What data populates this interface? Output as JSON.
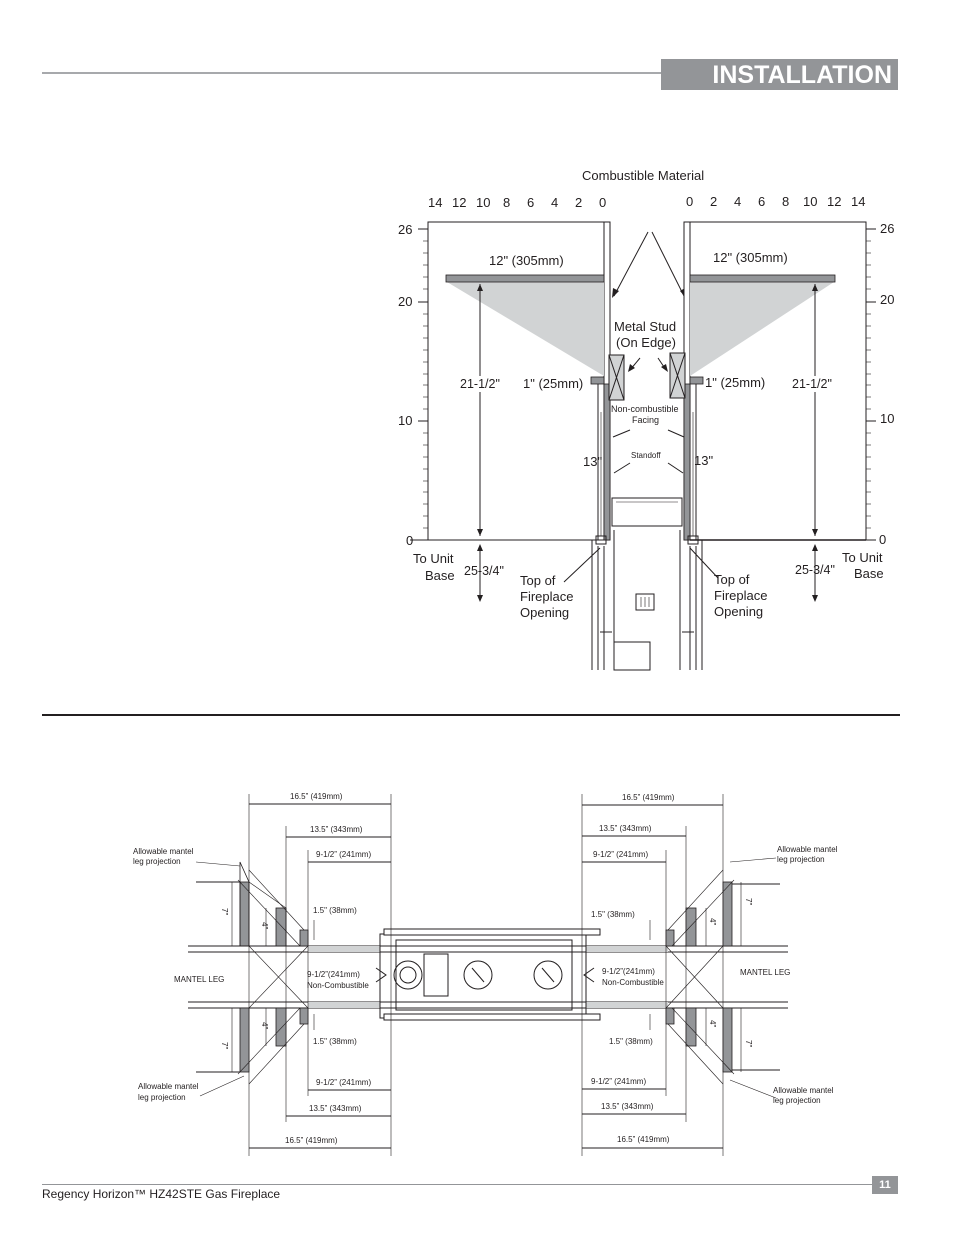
{
  "header": {
    "title": "INSTALLATION"
  },
  "footer": {
    "text": "Regency Horizon™ HZ42STE Gas Fireplace",
    "page_number": "11"
  },
  "diagram1": {
    "combustible_label": "Combustible Material",
    "top_scale_left": [
      "14",
      "12",
      "10",
      "8",
      "6",
      "4",
      "2",
      "0"
    ],
    "top_scale_right": [
      "0",
      "2",
      "4",
      "6",
      "8",
      "10",
      "12",
      "14"
    ],
    "side_scale": [
      "26",
      "20",
      "10",
      "0"
    ],
    "mantel_depth": "12\" (305mm)",
    "mantel_height": "21-1/2\"",
    "metal_stud_line1": "Metal Stud",
    "metal_stud_line2": "(On Edge)",
    "clearance": "1\" (25mm)",
    "noncombustible_line1": "Non-combustible",
    "noncombustible_line2": "Facing",
    "standoff": "Standoff",
    "facing_height": "13\"",
    "unit_base_line1": "To Unit",
    "unit_base_line2": "Base",
    "base_distance": "25-3/4\"",
    "opening_line1": "Top of",
    "opening_line2": "Fireplace",
    "opening_line3": "Opening"
  },
  "diagram2": {
    "dim_16_5": "16.5” (419mm)",
    "dim_13_5": "13.5” (343mm)",
    "dim_9_5": "9-1/2” (241mm)",
    "dim_1_5": "1.5\" (38mm)",
    "center_dim": "9-1/2”(241mm)",
    "non_combustible": "Non-Combustible",
    "mantel_leg": "MANTEL LEG",
    "projection_line1": "Allowable mantel",
    "projection_line2": "leg projection",
    "dim_7": "7\"",
    "dim_4": "4\""
  }
}
